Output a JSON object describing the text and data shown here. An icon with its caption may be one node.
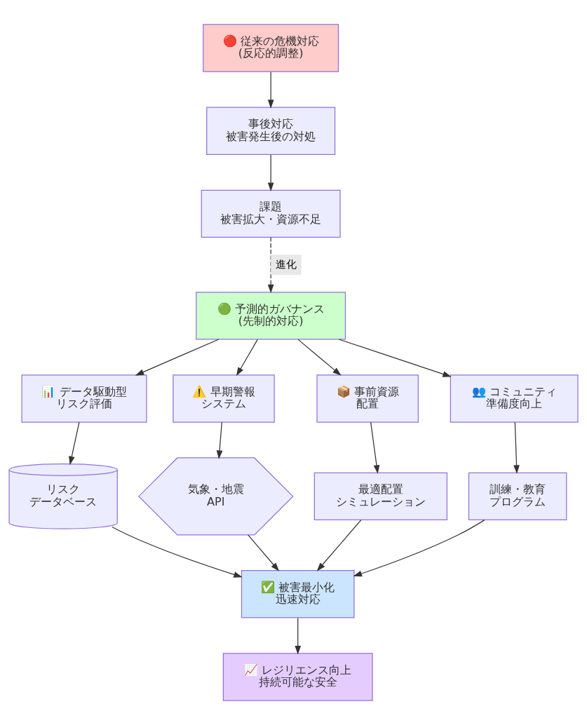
{
  "diagram": {
    "nodes": [
      {
        "text": [
          "🔴 従来の危機対応",
          "(反応的調整)"
        ]
      },
      {
        "text": [
          "事後対応",
          "被害発生後の対処"
        ]
      },
      {
        "text": [
          "課題",
          "被害拡大・資源不足"
        ]
      },
      {
        "text": [
          "🟢 予測的ガバナンス",
          "(先制的対応)"
        ]
      },
      {
        "text": [
          "📊 データ駆動型",
          "リスク評価"
        ]
      },
      {
        "text": [
          "⚠️ 早期警報",
          "システム"
        ]
      },
      {
        "text": [
          "📦 事前資源",
          "配置"
        ]
      },
      {
        "text": [
          "👥 コミュニティ",
          "準備度向上"
        ]
      },
      {
        "text": [
          "リスク",
          "データベース"
        ]
      },
      {
        "text": [
          "気象・地震",
          "API"
        ]
      },
      {
        "text": [
          "最適配置",
          "シミュレーション"
        ]
      },
      {
        "text": [
          "訓練・教育",
          "プログラム"
        ]
      },
      {
        "text": [
          "✅ 被害最小化",
          "迅速対応"
        ]
      },
      {
        "text": [
          "📈 レジリエンス向上",
          "持続可能な安全"
        ]
      }
    ],
    "edges": [
      {
        "from": 0,
        "to": 1,
        "arrow": "to"
      },
      {
        "from": 1,
        "to": 2,
        "arrow": "to"
      },
      {
        "from": 2,
        "to": 3,
        "arrow": "to",
        "label": "進化",
        "style": "dashed"
      },
      {
        "from": 3,
        "to": 4,
        "arrow": "to"
      },
      {
        "from": 3,
        "to": 5,
        "arrow": "to"
      },
      {
        "from": 3,
        "to": 6,
        "arrow": "to"
      },
      {
        "from": 3,
        "to": 7,
        "arrow": "to"
      },
      {
        "from": 4,
        "to": 8,
        "arrow": "to"
      },
      {
        "from": 5,
        "to": 9,
        "arrow": "to"
      },
      {
        "from": 6,
        "to": 10,
        "arrow": "to"
      },
      {
        "from": 7,
        "to": 11,
        "arrow": "to"
      },
      {
        "from": 8,
        "to": 12,
        "arrow": "to"
      },
      {
        "from": 9,
        "to": 12,
        "arrow": "to"
      },
      {
        "from": 10,
        "to": 12,
        "arrow": "to"
      },
      {
        "from": 11,
        "to": 12,
        "arrow": "to"
      },
      {
        "from": 12,
        "to": 13,
        "arrow": "to"
      }
    ]
  }
}
